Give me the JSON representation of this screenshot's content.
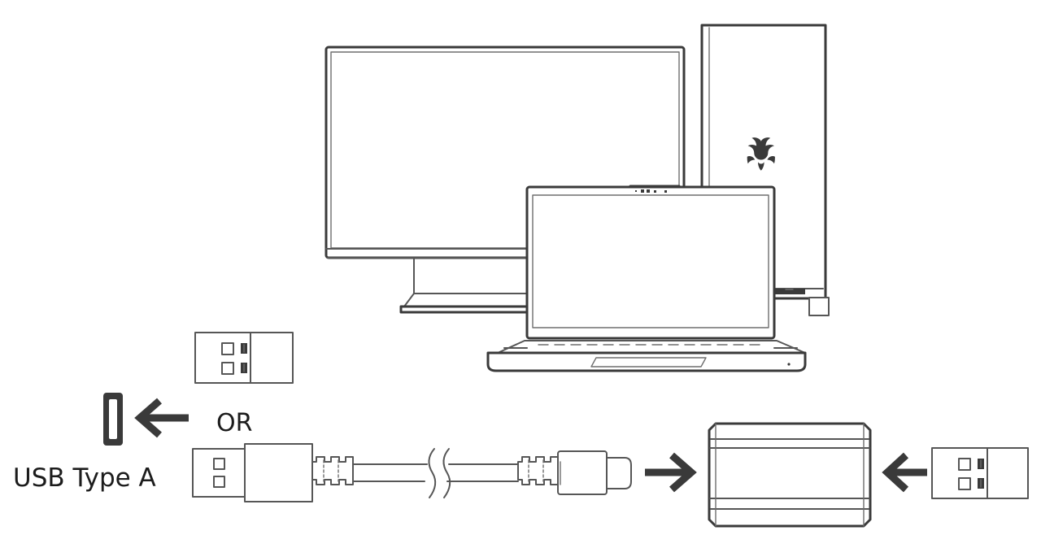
{
  "diagram": {
    "title": "Wireless dongle and USB-C cable connection diagram",
    "type": "line-art-instruction",
    "background_color": "#ffffff",
    "line_color": "#3a3a3a",
    "accent_color": "#565656"
  },
  "labels": {
    "usb_type_a": "USB Type A",
    "or": "OR"
  },
  "devices": {
    "monitor": {
      "name": "External monitor",
      "has_stand": true
    },
    "tower": {
      "name": "Desktop tower PC",
      "logo": "razer-logo"
    },
    "laptop": {
      "name": "Laptop",
      "has_webcam": true,
      "has_keyboard": true,
      "has_trackpad": true
    },
    "dongle_top": {
      "name": "Wireless USB dongle",
      "port_squares": 2
    },
    "dongle_right": {
      "name": "Wireless USB dongle",
      "port_squares": 2
    },
    "dock": {
      "name": "Charging dock / receiver",
      "band_lines": 4
    },
    "cable": {
      "name": "USB-A to USB-C cable",
      "connector_a": "USB Type A",
      "connector_b": "USB Type C",
      "has_break_symbol": true
    },
    "port": {
      "name": "USB Type A port",
      "orientation": "vertical"
    }
  },
  "arrows": [
    {
      "name": "arrow-to-port",
      "direction": "left"
    },
    {
      "name": "arrow-to-dock",
      "direction": "right"
    },
    {
      "name": "arrow-dongle-to-dock",
      "direction": "left"
    }
  ],
  "icons": {
    "razer_logo": "razer-logo-icon",
    "arrow_left": "arrow-left-icon",
    "arrow_right": "arrow-right-icon",
    "usb_port": "usb-port-icon"
  }
}
